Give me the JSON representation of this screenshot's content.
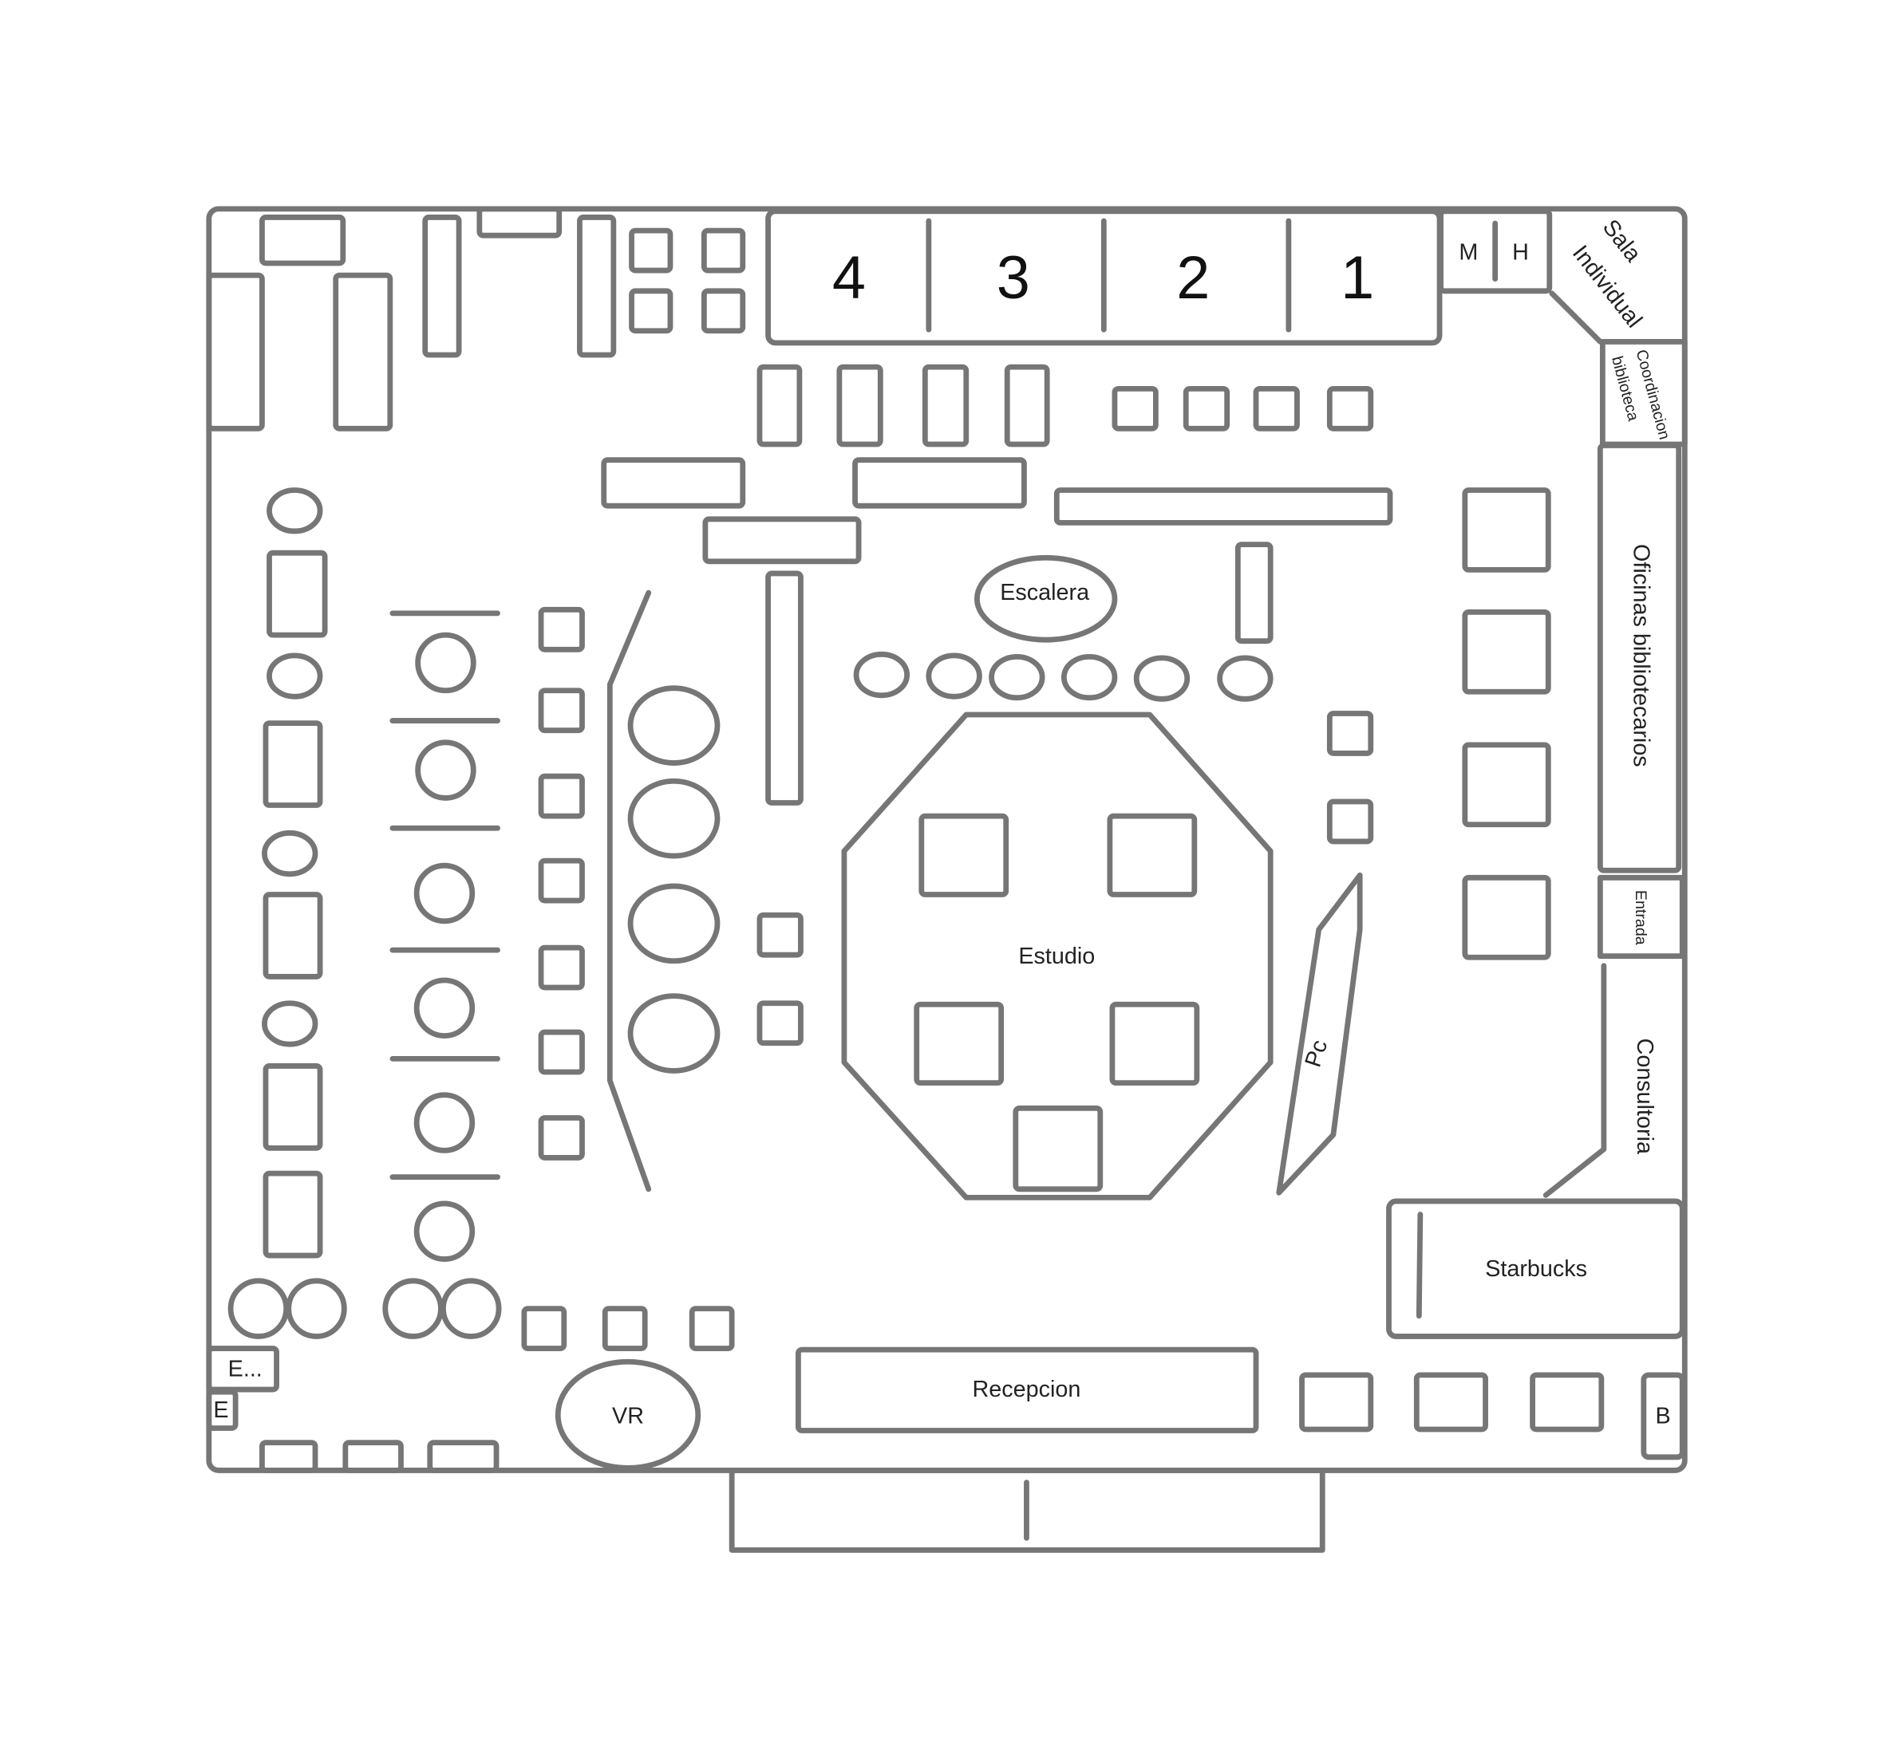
{
  "colors": {
    "stroke": "#767676",
    "background": "#ffffff",
    "text": "#222222"
  },
  "rooms": {
    "study_rooms": [
      "4",
      "3",
      "2",
      "1"
    ],
    "restroom_m": "M",
    "restroom_h": "H",
    "sala_line1": "Sala",
    "sala_line2": "Individual",
    "coord_line1": "Coordinacion",
    "coord_line2": "biblioteca",
    "oficinas": "Oficinas bibliotecarios",
    "entrada": "Entrada",
    "consultoria": "Consultoria",
    "starbucks": "Starbucks",
    "b": "B",
    "recepcion": "Recepcion",
    "vr": "VR",
    "e_ellipsis": "E...",
    "e": "E",
    "escalera": "Escalera",
    "estudio": "Estudio",
    "pc": "Pc"
  }
}
